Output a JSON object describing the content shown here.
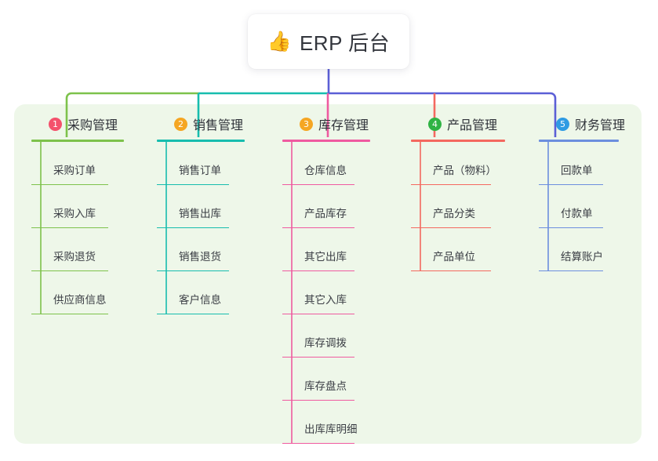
{
  "root": {
    "icon": "thumbs-up-icon",
    "emoji": "👍",
    "title": "ERP 后台"
  },
  "panel": {
    "background": "#eef7e9"
  },
  "columns": [
    {
      "number": "1",
      "title": "采购管理",
      "badge_color": "#f4516c",
      "line_color": "#7dc24b",
      "items": [
        "采购订单",
        "采购入库",
        "采购退货",
        "供应商信息"
      ]
    },
    {
      "number": "2",
      "title": "销售管理",
      "badge_color": "#f5a623",
      "line_color": "#17bdae",
      "items": [
        "销售订单",
        "销售出库",
        "销售退货",
        "客户信息"
      ]
    },
    {
      "number": "3",
      "title": "库存管理",
      "badge_color": "#f5a623",
      "line_color": "#ef5aa0",
      "items": [
        "仓库信息",
        "产品库存",
        "其它出库",
        "其它入库",
        "库存调拨",
        "库存盘点",
        "出库库明细"
      ]
    },
    {
      "number": "4",
      "title": "产品管理",
      "badge_color": "#2fb344",
      "line_color": "#f4685f",
      "items": [
        "产品（物料）",
        "产品分类",
        "产品单位"
      ]
    },
    {
      "number": "5",
      "title": "财务管理",
      "badge_color": "#2f9be3",
      "line_color": "#6c8ede",
      "items": [
        "回款单",
        "付款单",
        "结算账户"
      ]
    }
  ],
  "connectors": {
    "trunk_color": "#5b5fd6",
    "segment_colors": [
      "#7dc24b",
      "#17bdae",
      "#ef5aa0",
      "#f4685f",
      "#6c8ede"
    ]
  }
}
